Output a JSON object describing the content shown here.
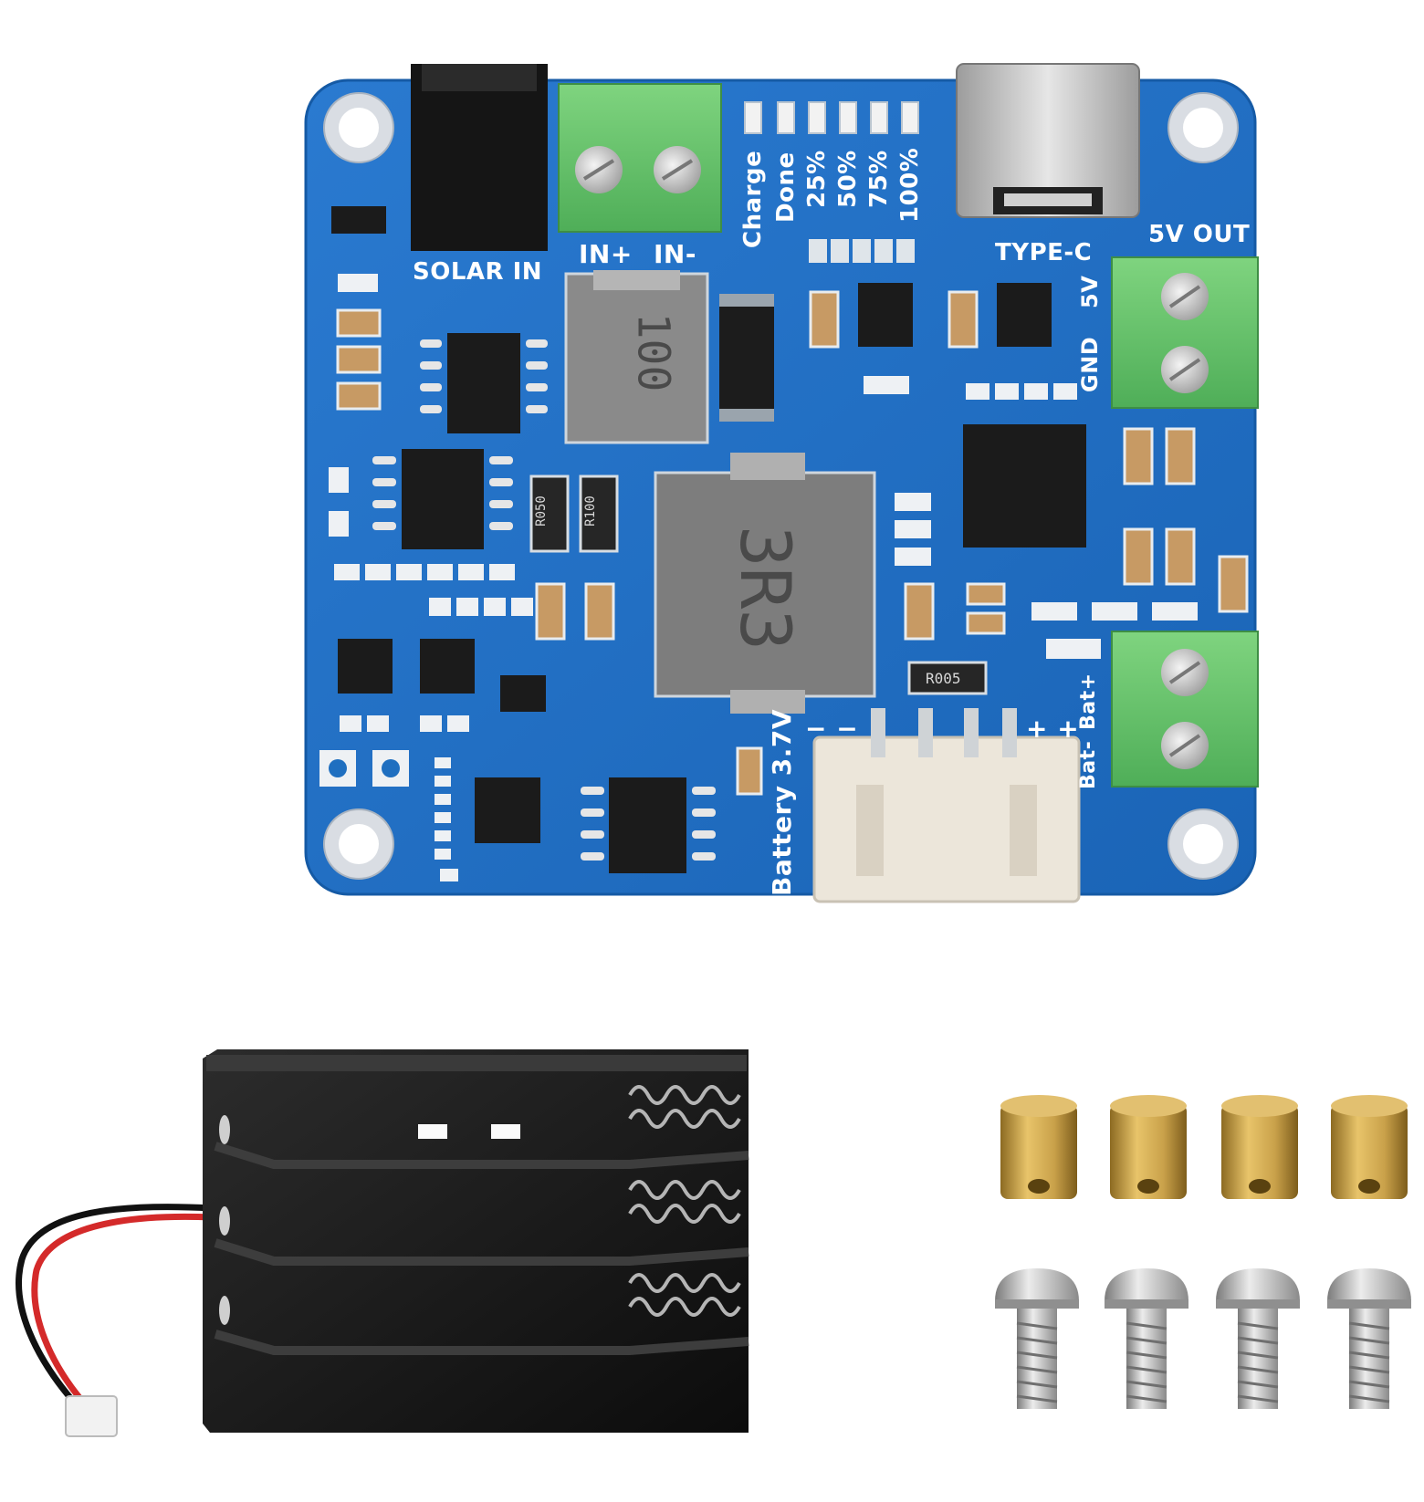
{
  "product": {
    "board": {
      "solar_in": "SOLAR IN",
      "in_plus": "IN+",
      "in_minus": "IN-",
      "charge": "Charge",
      "done": "Done",
      "pct_25": "25%",
      "pct_50": "50%",
      "pct_75": "75%",
      "pct_100": "100%",
      "type_c": "TYPE-C",
      "five_v_out": "5V OUT",
      "five_v": "5V",
      "gnd": "GND",
      "battery": "Battery 3.7V",
      "bat_minus": "Bat-",
      "bat_plus": "Bat+",
      "minus_marks": "− −",
      "plus_marks": "+ +",
      "inductor_small": "100",
      "inductor_large": "3R3",
      "res_r050": "R050",
      "res_r100": "R100",
      "res_r005": "R005"
    },
    "accessories": {
      "standoff_count": 4,
      "screw_count": 4,
      "battery_holder_slots": 3
    },
    "colors": {
      "pcb_blue": "#1f6fc0",
      "terminal_green": "#6fc46f",
      "brass": "#c9a14a",
      "holder_black": "#161616"
    }
  }
}
